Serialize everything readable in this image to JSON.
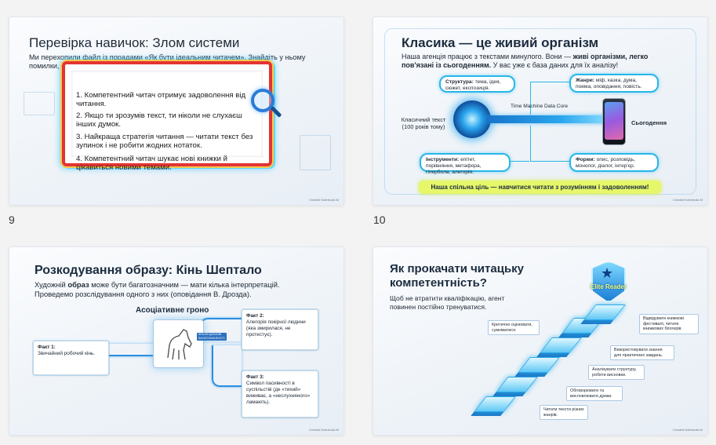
{
  "slides": [
    {
      "number": "9",
      "title": "Перевірка навичок: Злом системи",
      "intro": "Ми перехопили файл із порадами «Як бути ідеальним читачем». Знайдіть у ньому помилки, що суперечать правилам нашої агенції.",
      "items": [
        "1. Компетентний читач отримує задоволення від читання.",
        "2. Якщо ти зрозумів текст, ти ніколи не слухаєш інших думок.",
        "3. Найкраща стратегія читання — читати текст без зупинок і не робити жодних нотаток.",
        "4. Компетентний читач шукає нові книжки й цікавиться новими темами."
      ],
      "magnifier_icon": "magnifier-icon"
    },
    {
      "number": "10",
      "title": "Класика — це живий організм",
      "intro_plain": "Наша агенція працює з текстами минулого. Вони — ",
      "intro_bold": "живі організми, легко пов'язані із сьогоденням.",
      "intro_tail": " У вас уже є база даних для їх аналізу!",
      "core_label": "Time Machine Data Core",
      "left_label": "Класичний текст (100 років тому)",
      "right_label": "Сьогодення",
      "boxes": {
        "structure_key": "Структура:",
        "structure_val": " тема, ідея, сюжет, експозиція.",
        "genres_key": "Жанри:",
        "genres_val": " міф, казка, дума, поема, оповідання, повість.",
        "tools_key": "Інструменти:",
        "tools_val": " епітет, порівняння, метафора, гіпербола, алегорія.",
        "forms_key": "Форми:",
        "forms_val": " опис, розповідь, монолог, діалог, інтер'єр."
      },
      "goal": "Наша спільна ціль — навчитися читати з розумінням і задоволенням!",
      "phone_icon": "smartphone-icon"
    },
    {
      "title": "Розкодування образу: Кінь Шептало",
      "intro_a": "Художній ",
      "intro_b": "образ",
      "intro_c": " може бути багатозначним — мати кілька інтерпретацій. Проведемо розслідування одного з них (оповідання В. Дрозда).",
      "cluster_title": "Асоціативне гроно",
      "tag": "АНАЛІЗ ДОКАЗІВ БАГАТОЗНАЧНОСТІ",
      "fact1_key": "Факт 1:",
      "fact1_val": "Звичайний робочий кінь.",
      "fact2_key": "Факт 2:",
      "fact2_val": "Алегорія покірної людини (яка змирилася, не протестує).",
      "fact3_key": "Факт 3:",
      "fact3_val": "Символ пасивності в суспільстві (де «тихий» виживає, а «неслухняного» ламають).",
      "horse_icon": "horse-sketch-icon"
    },
    {
      "title": "Як прокачати читацьку компетентність?",
      "intro": "Щоб не втратити кваліфікацію, агент повинен постійно тренуватися.",
      "badge": "Elite Reader",
      "steps": [
        "Читати тексти різних жанрів.",
        "Обговорювати та висловлювати думки.",
        "Аналізувати структуру, робити висновки.",
        "Використовувати знання для практичних завдань.",
        "Відвідувати книжкові фестивалі, читати книжкових блогерів.",
        "Критично оцінювати, сумніватися."
      ],
      "badge_icon": "star-shield-icon"
    }
  ],
  "watermark": "Created NotebookLM",
  "colors": {
    "accent": "#27b7e8",
    "alert": "#e33333",
    "highlight": "#e6f76a"
  }
}
